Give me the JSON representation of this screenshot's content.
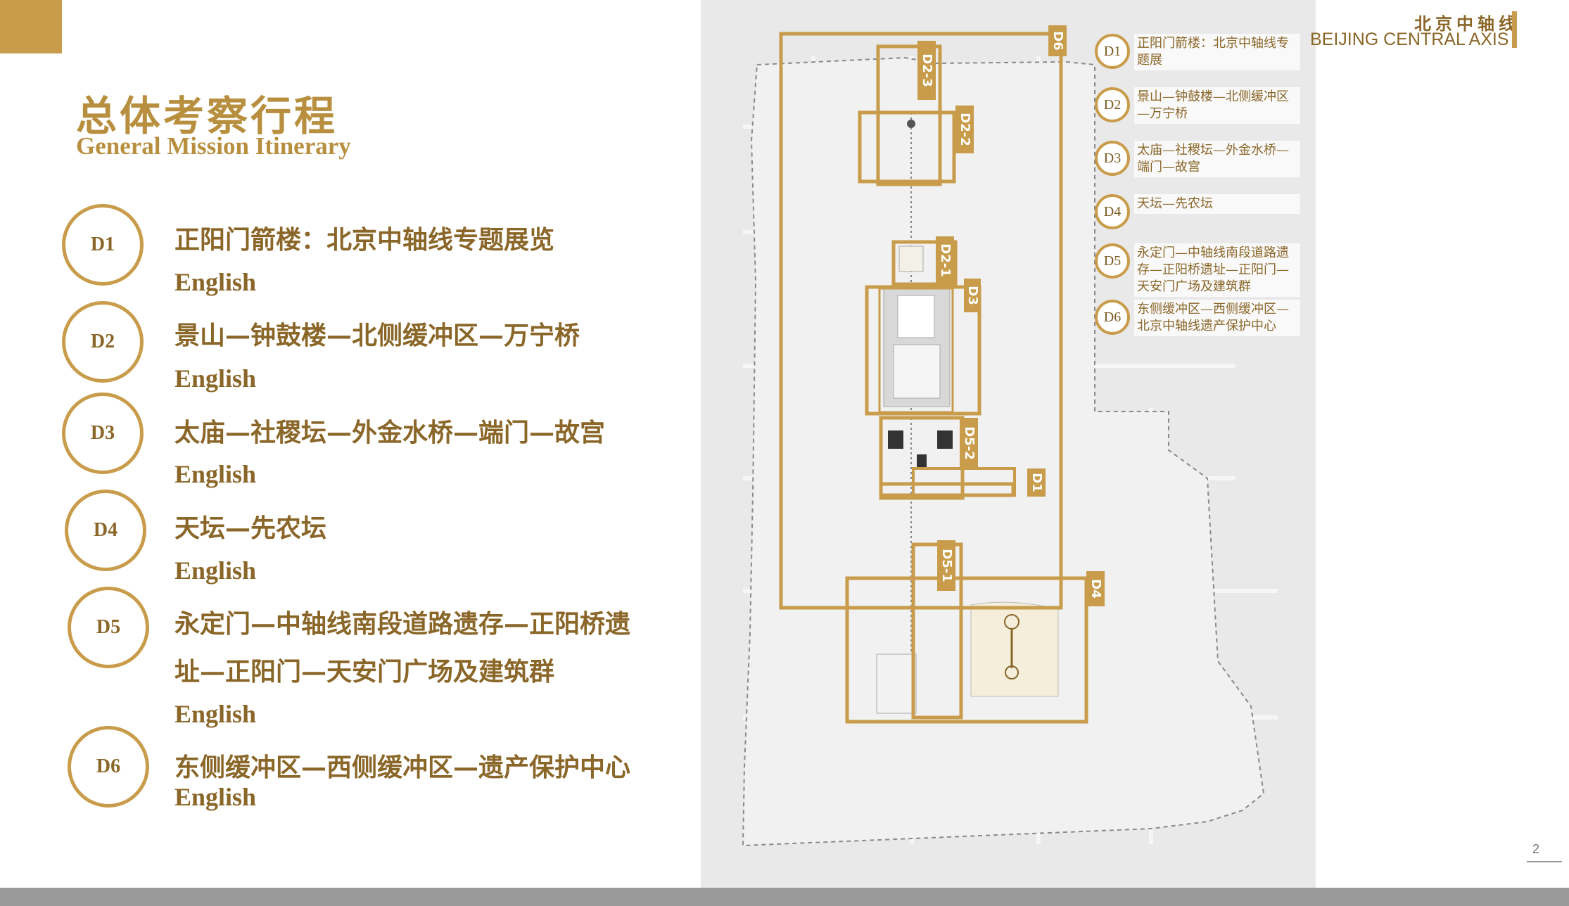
{
  "header": {
    "title_cn": "总体考察行程",
    "title_en": "General Mission Itinerary",
    "brand_cn": "北京中轴线",
    "brand_en": "BEIJING CENTRAL AXIS",
    "page_number": "2"
  },
  "itinerary": [
    {
      "badge": "D1",
      "lines": [
        "正阳门箭楼：北京中轴线专题展览"
      ],
      "english": "English"
    },
    {
      "badge": "D2",
      "lines": [
        "景山—钟鼓楼—北侧缓冲区—万宁桥"
      ],
      "english": "English"
    },
    {
      "badge": "D3",
      "lines": [
        "太庙—社稷坛—外金水桥—端门—故宫"
      ],
      "english": "English"
    },
    {
      "badge": "D4",
      "lines": [
        "天坛—先农坛"
      ],
      "english": "English"
    },
    {
      "badge": "D5",
      "lines": [
        "永定门—中轴线南段道路遗存—正阳桥遗",
        "址—正阳门—天安门广场及建筑群"
      ],
      "english": "English"
    },
    {
      "badge": "D6",
      "lines": [
        "东侧缓冲区—西侧缓冲区—遗产保护中心"
      ],
      "english": "English"
    }
  ],
  "legend": [
    {
      "badge": "D1",
      "text": "正阳门箭楼：北京中轴线专题展"
    },
    {
      "badge": "D2",
      "text": "景山—钟鼓楼—北侧缓冲区—万宁桥"
    },
    {
      "badge": "D3",
      "text": "太庙—社稷坛—外金水桥—端门—故宫"
    },
    {
      "badge": "D4",
      "text": "天坛—先农坛"
    },
    {
      "badge": "D5",
      "text": "永定门—中轴线南段道路遗存—正阳桥遗址—正阳门—天安门广场及建筑群"
    },
    {
      "badge": "D6",
      "text": "东侧缓冲区—西侧缓冲区—北京中轴线遗产保护中心"
    }
  ],
  "map_labels": {
    "d6": "D6",
    "d2_3": "D2-3",
    "d2_2": "D2-2",
    "d2_1": "D2-1",
    "d3": "D3",
    "d5_2": "D5-2",
    "d1": "D1",
    "d5_1": "D5-1",
    "d4": "D4"
  },
  "colors": {
    "accent": "#c89c4a",
    "text": "#8a6628",
    "map_bg": "#e9e9e9"
  }
}
